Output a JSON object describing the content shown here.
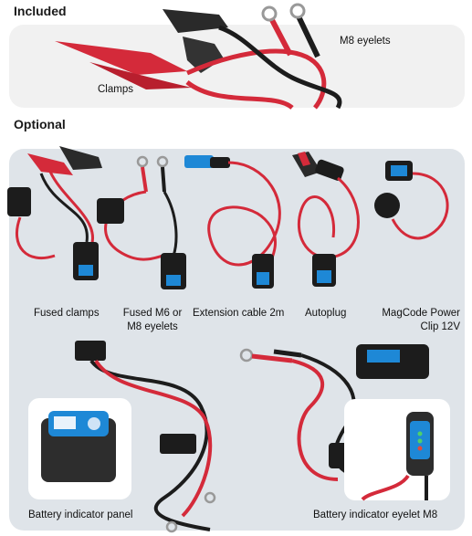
{
  "sections": {
    "included": {
      "title": "Included",
      "labels": {
        "eyelets": "M8 eyelets",
        "clamps": "Clamps"
      }
    },
    "optional": {
      "title": "Optional",
      "items": [
        {
          "label": "Fused clamps"
        },
        {
          "label": "Fused M6 or M8 eyelets"
        },
        {
          "label": "Extension cable 2m"
        },
        {
          "label": "Autoplug"
        },
        {
          "label": "MagCode Power Clip 12V"
        },
        {
          "label": "Battery indicator panel"
        },
        {
          "label": "Battery indicator eyelet M8"
        }
      ]
    }
  },
  "colors": {
    "included_panel": "#f1f1f1",
    "optional_panel": "#dfe4e9",
    "cable_red": "#d42a3a",
    "cable_black": "#1c1c1c",
    "accent_blue": "#1e88d6"
  }
}
